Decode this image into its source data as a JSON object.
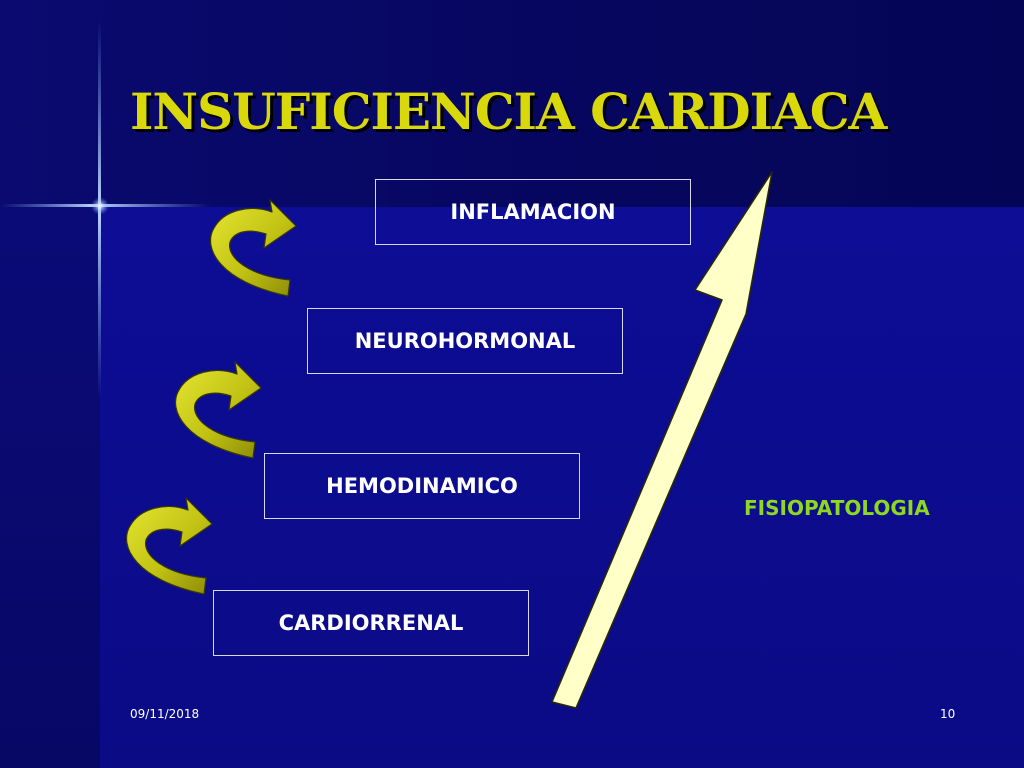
{
  "slide": {
    "title": "INSUFICIENCIA CARDIACA",
    "levels": [
      {
        "label": "INFLAMACION"
      },
      {
        "label": "NEUROHORMONAL"
      },
      {
        "label": "HEMODINAMICO"
      },
      {
        "label": "CARDIORRENAL"
      }
    ],
    "side_label": "FISIOPATOLOGIA",
    "footer": {
      "date": "09/11/2018",
      "page": "10"
    }
  },
  "colors": {
    "background": "#0c0c8a",
    "title": "#d8d80a",
    "side_label": "#8ed81f",
    "big_arrow": "#ffffc8",
    "curved_arrows": "#c8c818"
  },
  "icons": {
    "sparkle": "sparkle-icon",
    "curved_arrow": "curved-arrow-icon",
    "up_arrow": "up-arrow-icon"
  }
}
